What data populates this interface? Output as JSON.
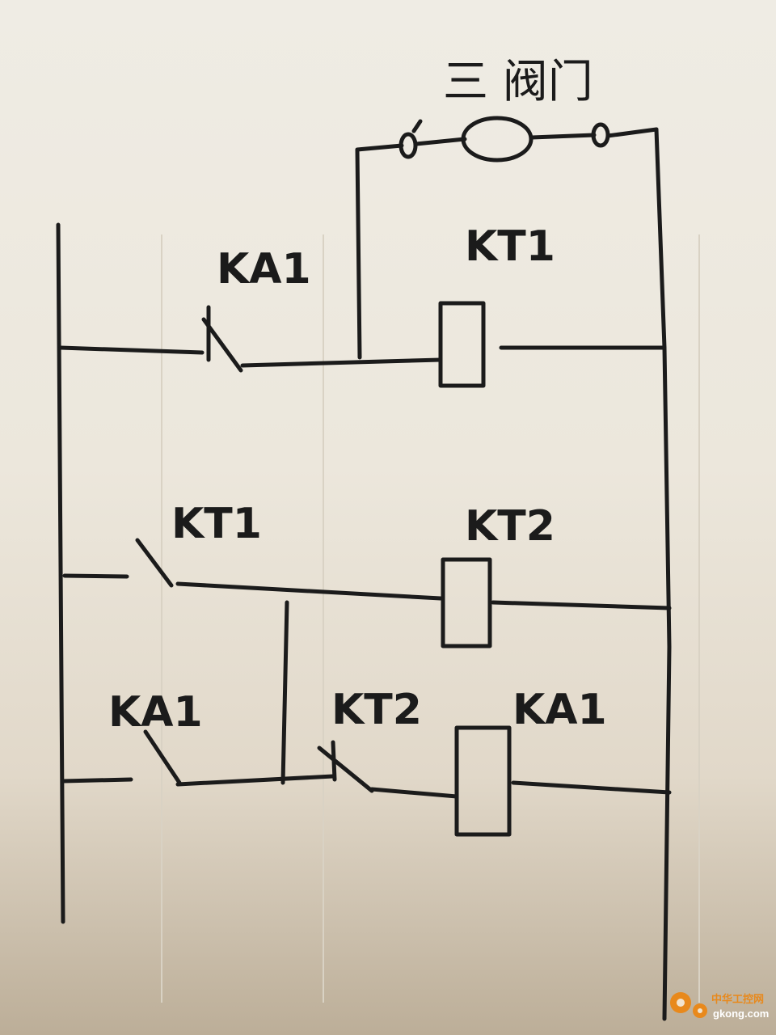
{
  "diagram": {
    "title": "三 阀门",
    "labels": {
      "ka1_top": "KA1",
      "kt1_coil": "KT1",
      "kt1_contact": "KT1",
      "kt2_coil": "KT2",
      "ka1_left": "KA1",
      "kt2_contact": "KT2",
      "ka1_coil": "KA1"
    }
  },
  "watermark": {
    "cn": "中华工控网",
    "en": "gkong.com",
    "color": "#e8891c"
  }
}
